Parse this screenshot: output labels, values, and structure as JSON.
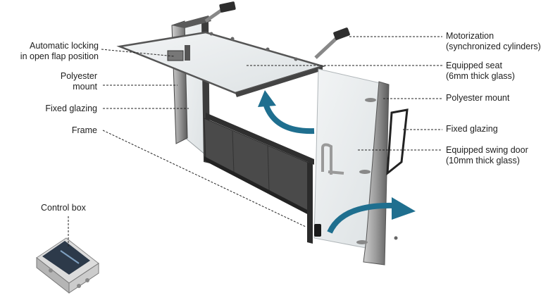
{
  "labels": {
    "auto_lock_line1": "Automatic locking",
    "auto_lock_line2": "in open flap position",
    "polyester_left_line1": "Polyester",
    "polyester_left_line2": "mount",
    "fixed_glazing_left": "Fixed glazing",
    "frame": "Frame",
    "control_box": "Control box",
    "motor_line1": "Motorization",
    "motor_line2": "(synchronized cylinders)",
    "seat_line1": "Equipped seat",
    "seat_line2": "(6mm thick glass)",
    "polyester_right": "Polyester mount",
    "fixed_glazing_right": "Fixed glazing",
    "swing_line1": "Equipped swing door",
    "swing_line2": "(10mm thick glass)"
  },
  "colors": {
    "arrow": "#1f6f8f",
    "frame_dark": "#3a3a3a",
    "panel_dark": "#444444",
    "glass": "#e4e8ea",
    "leader": "#222222"
  },
  "icons": {
    "flap_arrow": "curved-arrow-up",
    "door_arrow": "curved-arrow-right",
    "control_box": "control-box"
  }
}
